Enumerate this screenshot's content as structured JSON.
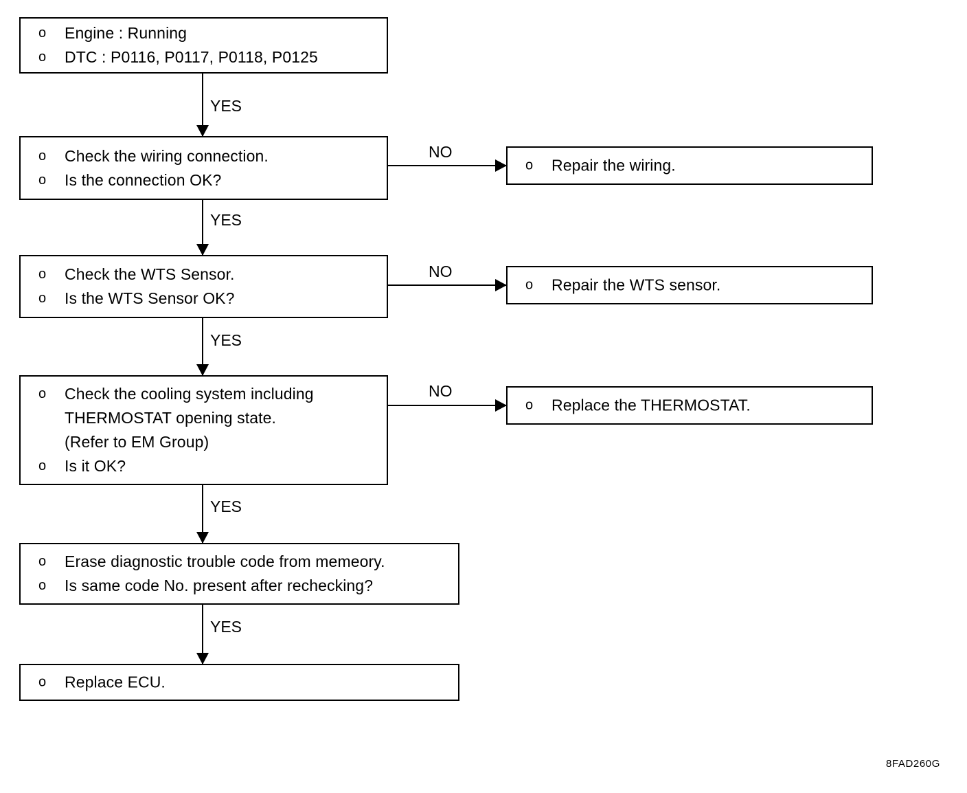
{
  "figure": {
    "code": "8FAD260G"
  },
  "labels": {
    "yes": "YES",
    "no": "NO",
    "bullet": "o"
  },
  "nodes": {
    "condition": {
      "lines": [
        "Engine : Running",
        "DTC : P0116, P0117, P0118, P0125"
      ]
    },
    "check_wiring": {
      "lines": [
        "Check the wiring connection.",
        "Is the connection OK?"
      ]
    },
    "repair_wiring": {
      "lines": [
        "Repair the wiring."
      ]
    },
    "check_wts": {
      "lines": [
        "Check the WTS Sensor.",
        "Is the WTS Sensor OK?"
      ]
    },
    "repair_wts": {
      "lines": [
        "Repair the WTS sensor."
      ]
    },
    "check_cooling": {
      "lines": [
        "Check the cooling system including",
        "THERMOSTAT opening state.",
        "(Refer to EM Group)",
        "Is it OK?"
      ]
    },
    "replace_thermostat": {
      "lines": [
        "Replace the THERMOSTAT."
      ]
    },
    "erase_code": {
      "lines": [
        "Erase diagnostic trouble code from memeory.",
        "Is same code No. present after rechecking?"
      ]
    },
    "replace_ecu": {
      "lines": [
        "Replace ECU."
      ]
    }
  },
  "connectors": {
    "yes_1": "YES",
    "yes_2": "YES",
    "yes_3": "YES",
    "yes_4": "YES",
    "yes_5": "YES",
    "no_1": "NO",
    "no_2": "NO",
    "no_3": "NO"
  }
}
